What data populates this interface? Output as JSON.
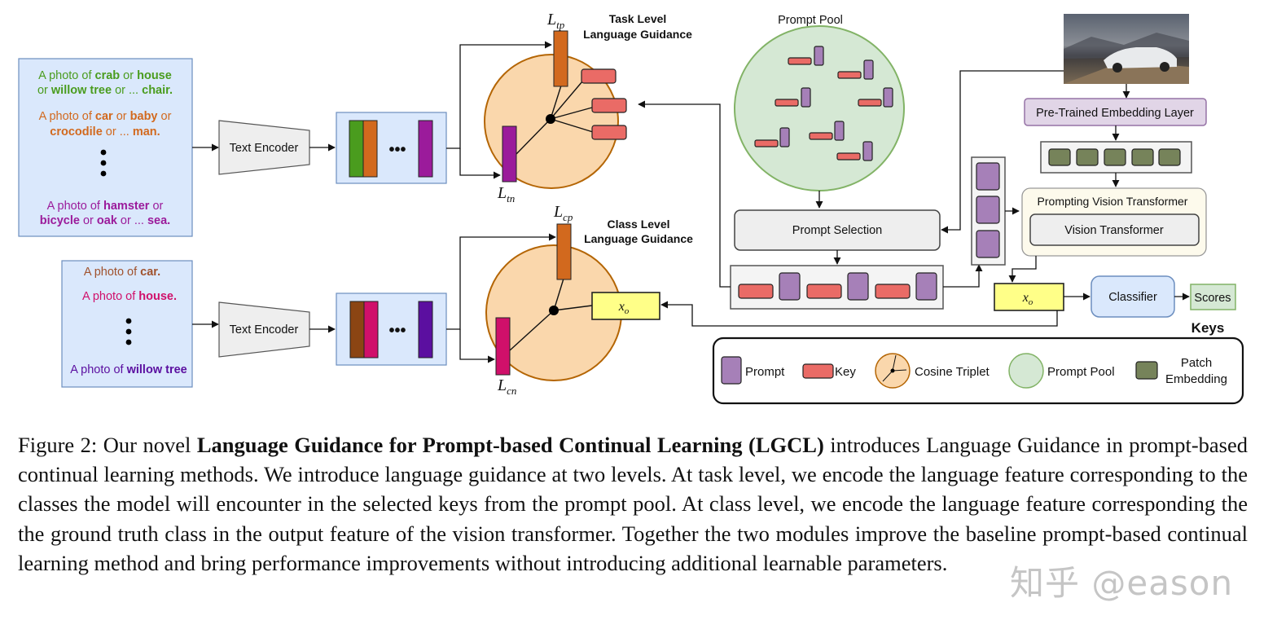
{
  "figure": {
    "task_prompts": {
      "block1": [
        "A photo of ",
        "crab",
        " or ",
        "house",
        "or ",
        "willow tree",
        " or ... ",
        "chair."
      ],
      "block2": [
        "A photo of ",
        "car",
        " or ",
        "baby",
        " or",
        "crocodile",
        " or ... ",
        "man."
      ],
      "ellipsis": "⋮",
      "block3": [
        "A photo of ",
        "hamster",
        " or",
        "bicycle",
        " or ",
        "oak",
        " or ... ",
        "sea."
      ]
    },
    "class_prompts": {
      "line1": [
        "A photo of ",
        "car."
      ],
      "line2": [
        "A photo of ",
        "house."
      ],
      "ellipsis": "⋮",
      "line3": [
        "A photo of ",
        "willow tree"
      ]
    },
    "text_encoder_label": "Text Encoder",
    "dots": "•••",
    "task_level": {
      "title_line1": "Task Level",
      "title_line2": "Language Guidance",
      "l_pos": "L",
      "l_pos_sub": "tp",
      "l_neg": "L",
      "l_neg_sub": "tn"
    },
    "class_level": {
      "title_line1": "Class Level",
      "title_line2": "Language Guidance",
      "l_pos": "L",
      "l_pos_sub": "cp",
      "l_neg": "L",
      "l_neg_sub": "cn"
    },
    "prompt_pool_label": "Prompt Pool",
    "prompt_selection_label": "Prompt Selection",
    "pretrained_embedding_label": "Pre-Trained Embedding Layer",
    "prompting_vit_label": "Prompting Vision Transformer",
    "vit_label": "Vision Transformer",
    "xo_label": "x",
    "xo_sub": "o",
    "classifier_label": "Classifier",
    "scores_label": "Scores",
    "keys": {
      "title": "Keys",
      "prompt": "Prompt",
      "key": "Key",
      "cosine_triplet": "Cosine Triplet",
      "prompt_pool": "Prompt Pool",
      "patch_line1": "Patch",
      "patch_line2": "Embedding"
    }
  },
  "colors": {
    "green_text": "#4a9c1e",
    "orange_text": "#d2691e",
    "purple_text": "#9b1b9b",
    "car_text": "#a0522d",
    "house_text": "#d0106a",
    "willow_text": "#5b0fa0",
    "blue_box": "#dae8fc",
    "blue_stroke": "#6c8ebf",
    "peach": "#fad7ac",
    "circle_stroke": "#b46504",
    "key_red": "#ea6b66",
    "prompt_purple": "#a680b8",
    "pool_green": "#d5e8d4",
    "pool_stroke": "#82b366",
    "patch_green": "#76835a",
    "xo_yellow": "#ffff88"
  },
  "caption": {
    "prefix": "Figure 2: Our novel ",
    "bold": "Language Guidance for Prompt-based Continual Learning",
    "bold_acronym": "(LGCL)",
    "rest": " introduces Language Guidance in prompt-based continual learning methods. We introduce language guidance at two levels. At task level, we encode the language feature corresponding to the classes the model will encounter in the selected keys from the prompt pool. At class level, we encode the language feature corresponding the the ground truth class in the output feature of the vision transformer. Together the two modules improve the baseline prompt-based continual learning method and bring performance improvements without introducing additional learnable parameters."
  },
  "watermark": "知乎 @eason"
}
